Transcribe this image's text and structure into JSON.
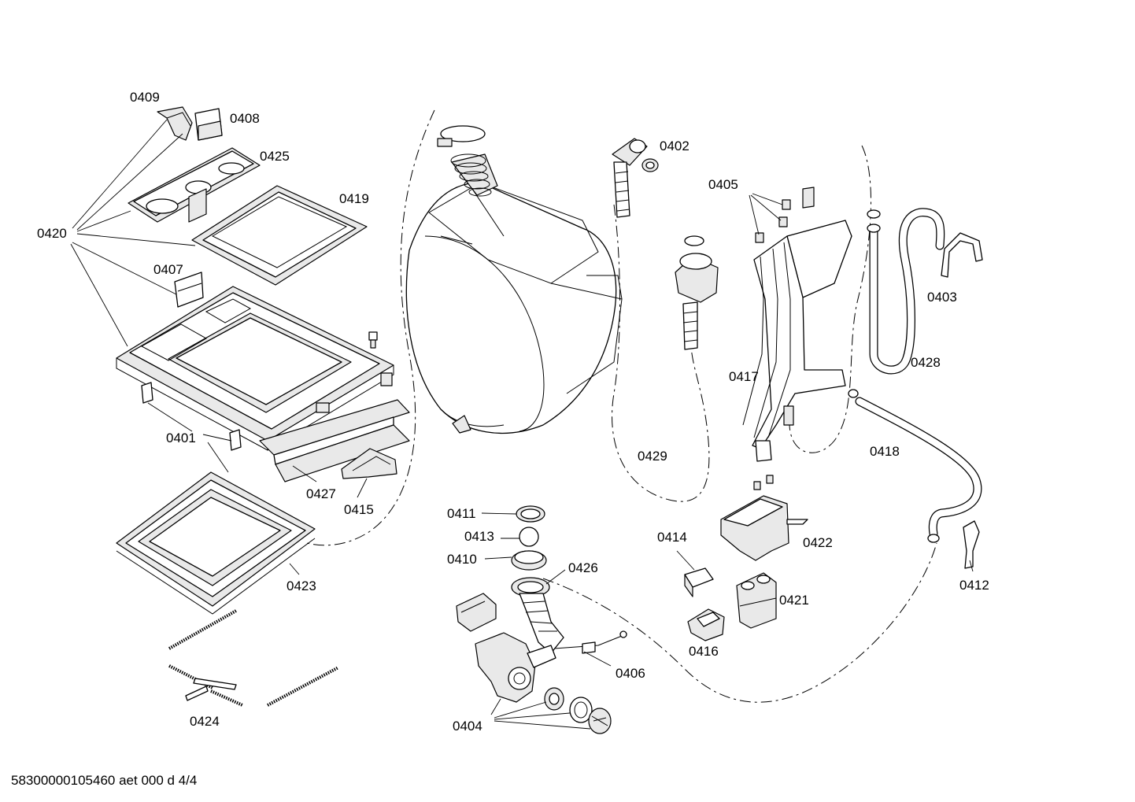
{
  "labels": {
    "p0401": "0401",
    "p0402": "0402",
    "p0403": "0403",
    "p0404": "0404",
    "p0405": "0405",
    "p0406": "0406",
    "p0407": "0407",
    "p0408": "0408",
    "p0409": "0409",
    "p0410": "0410",
    "p0411": "0411",
    "p0412": "0412",
    "p0413": "0413",
    "p0414": "0414",
    "p0415": "0415",
    "p0416": "0416",
    "p0417": "0417",
    "p0418": "0418",
    "p0419": "0419",
    "p0420": "0420",
    "p0421": "0421",
    "p0422": "0422",
    "p0423": "0423",
    "p0424": "0424",
    "p0425": "0425",
    "p0426": "0426",
    "p0427": "0427",
    "p0428": "0428",
    "p0429": "0429"
  },
  "footer": "58300000105460 aet 000 d 4/4"
}
